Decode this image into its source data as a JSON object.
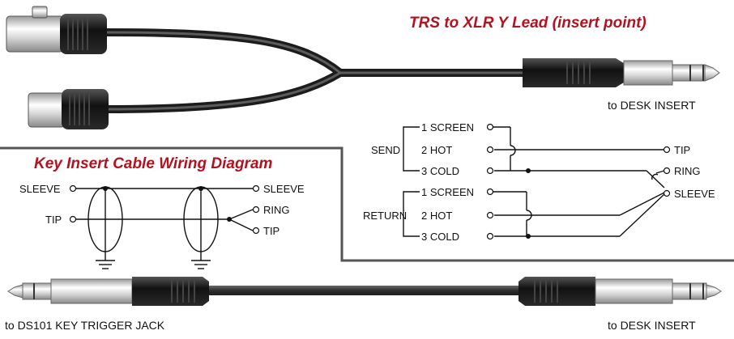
{
  "titles": {
    "trs_xlr": "TRS to XLR Y Lead (insert point)",
    "key_insert": "Key Insert Cable Wiring Diagram"
  },
  "captions": {
    "top_desk_insert": "to DESK INSERT",
    "bottom_left": "to DS101 KEY TRIGGER JACK",
    "bottom_right": "to DESK INSERT"
  },
  "send_return": {
    "send_label": "SEND",
    "return_label": "RETURN",
    "send_pins": [
      "1 SCREEN",
      "2 HOT",
      "3 COLD"
    ],
    "return_pins": [
      "1 SCREEN",
      "2 HOT",
      "3 COLD"
    ],
    "trs_pins": [
      "TIP",
      "RING",
      "SLEEVE"
    ]
  },
  "key_insert": {
    "left": [
      "SLEEVE",
      "TIP"
    ],
    "right": [
      "SLEEVE",
      "RING",
      "TIP"
    ]
  },
  "colors": {
    "title_red": "#b3121f",
    "cable": "#3a3a3a",
    "line": "#111111",
    "panel_border": "#555555"
  }
}
